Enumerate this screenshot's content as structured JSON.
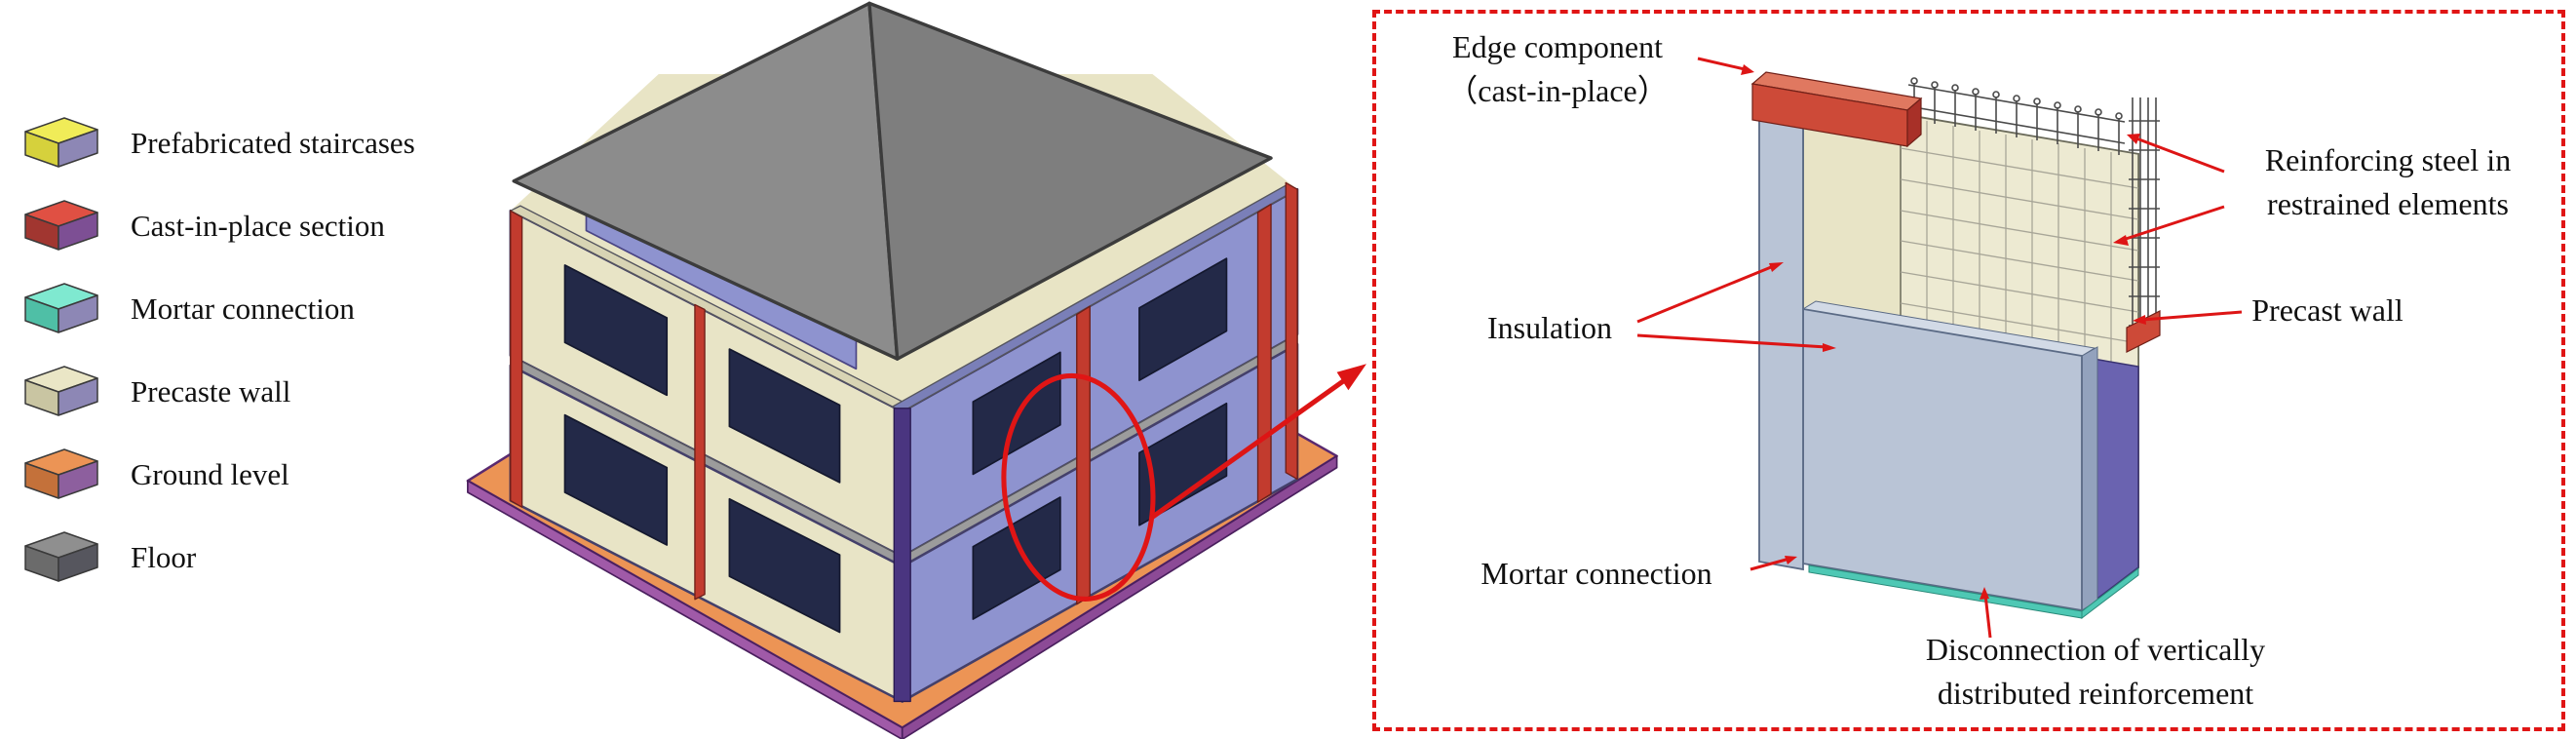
{
  "figure": {
    "legend": {
      "items": [
        {
          "label": "Prefabricated staircases",
          "colors": {
            "top": "#f0ec58",
            "left": "#d6d13c",
            "right": "#8d87b5"
          }
        },
        {
          "label": "Cast-in-place section",
          "colors": {
            "top": "#e05043",
            "left": "#a13630",
            "right": "#7d4f94"
          }
        },
        {
          "label": "Mortar connection",
          "colors": {
            "top": "#7fe9d0",
            "left": "#4fbfa6",
            "right": "#8d87b5"
          }
        },
        {
          "label": "Precaste wall",
          "colors": {
            "top": "#eae6c6",
            "left": "#c9c5a2",
            "right": "#8d87b5"
          }
        },
        {
          "label": "Ground level",
          "colors": {
            "top": "#ec9455",
            "left": "#c4713a",
            "right": "#8d5f9e"
          }
        },
        {
          "label": "Floor",
          "colors": {
            "top": "#8f8f8f",
            "left": "#6b6b6b",
            "right": "#56565e"
          }
        }
      ]
    },
    "detail": {
      "edge_component_line1": "Edge component",
      "edge_component_line2": "（cast-in-place）",
      "reinforcing_line1": "Reinforcing steel in",
      "reinforcing_line2": "restrained elements",
      "insulation": "Insulation",
      "precast_wall": "Precast wall",
      "mortar_connection": "Mortar connection",
      "disconnection_line1": "Disconnection of vertically",
      "disconnection_line2": "distributed reinforcement"
    },
    "colors": {
      "accent_arrow_red": "#dd1515",
      "panel_border_red": "#e01515",
      "wall_beige": "#e8e4c6",
      "wall_blue_violet": "#8e93cf",
      "roof_gray": "#8c8c8c",
      "ground_orange": "#ec9455",
      "ground_edge_purple": "#a05aa8",
      "slab_gray": "#9c9c9c",
      "window_dark": "#232948",
      "cast_in_place_red": "#c23b2e",
      "corner_purple": "#4a3580",
      "insulation_blue": "#b9c4d6",
      "mesh_background": "#edead2",
      "mortar_teal": "#4ec8b4",
      "wall_edge_purple": "#6a63b0",
      "stair_yellow": "#ece84e"
    }
  }
}
